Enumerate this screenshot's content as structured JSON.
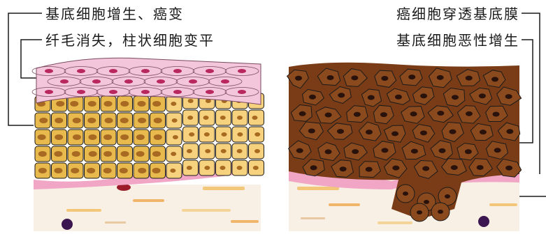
{
  "labels": {
    "left_top": "基底细胞增生、癌变",
    "left_bottom": "纤毛消失，柱状细胞变平",
    "right_top": "癌细胞穿透基底膜",
    "right_bottom": "基底细胞恶性增生"
  },
  "colors": {
    "ciliated_layer": "#f4c6dc",
    "ciliated_nucleus": "#b8285e",
    "basal_cells": "#e8b94c",
    "basal_nucleus": "#a86a22",
    "columnar_cells": "#f7d27e",
    "cancer_cells": "#8a4a1e",
    "cancer_nucleus": "#2a120c",
    "basement_membrane": "#f0a6c4",
    "stroma": "#f8f0e4",
    "outline": "#1a1a1a"
  }
}
